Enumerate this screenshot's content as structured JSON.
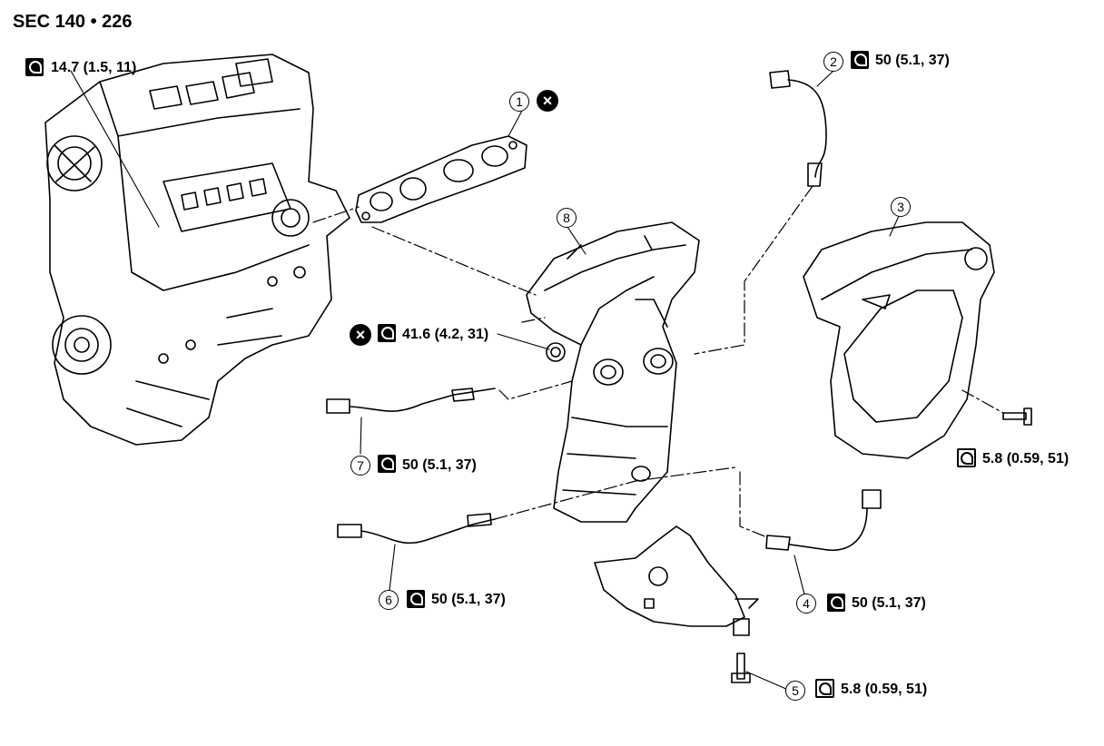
{
  "header": {
    "section": "SEC 140 • 226"
  },
  "callouts": [
    {
      "num": "1",
      "id": "gasket"
    },
    {
      "num": "2",
      "id": "sensor-2"
    },
    {
      "num": "3",
      "id": "heat-insulator"
    },
    {
      "num": "4",
      "id": "sensor-4"
    },
    {
      "num": "5",
      "id": "bolt-5"
    },
    {
      "num": "6",
      "id": "sensor-6"
    },
    {
      "num": "7",
      "id": "sensor-7"
    },
    {
      "num": "8",
      "id": "exhaust-manifold"
    }
  ],
  "torques": {
    "engine_stud": "14.7 (1.5, 11)",
    "nut": "41.6 (4.2, 31)",
    "sensor_2": "50 (5.1, 37)",
    "sensor_7": "50 (5.1, 37)",
    "sensor_6": "50 (5.1, 37)",
    "sensor_4": "50 (5.1, 37)",
    "insulator_bolt": "5.8 (0.59, 51)",
    "bracket_bolt": "5.8 (0.59, 51)"
  },
  "icons": {
    "torque": "torque-wrench-icon",
    "no_reuse": "do-not-reuse-icon"
  }
}
